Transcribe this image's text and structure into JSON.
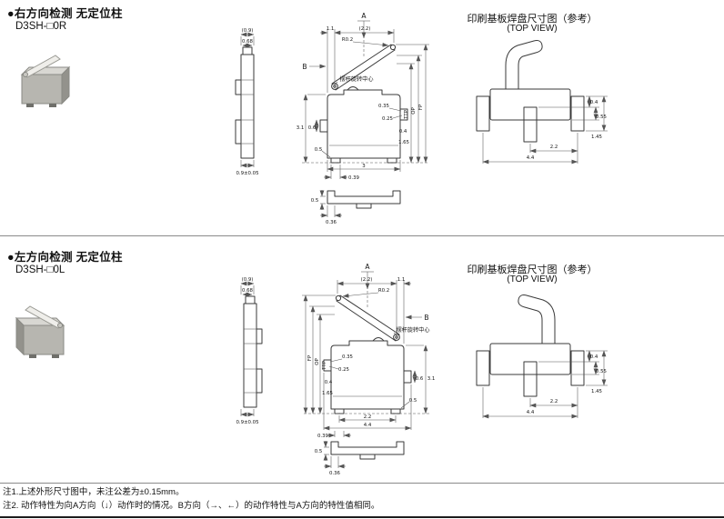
{
  "sections": [
    {
      "title": "●右方向检测  无定位柱",
      "model": "D3SH-□0R",
      "side_view": {
        "dims": {
          "width": "(0.9)",
          "upper_width": "0.68",
          "base_width": "0.9±0.05"
        }
      },
      "front_view": {
        "direction_a": "A",
        "direction_b": "B",
        "pivot_label": "摆杆旋转中心",
        "dims": {
          "pivot_offset": "1.1",
          "lever_length": "(2.2)",
          "tip_radius": "R0.2",
          "fp": "FP",
          "op": "OP",
          "ttp": "TTP",
          "terminal_upper": "0.35",
          "terminal_lower": "0.25",
          "height": "3.1",
          "terminal_width": "0.6",
          "foot_offset": "0.5",
          "tab_offset": "0.4",
          "tab_height": "1.65",
          "body_width": "3",
          "foot_width": "0.39"
        }
      },
      "bottom_view": {
        "dims": {
          "thickness": "0.5",
          "hook_width": "0.36"
        }
      },
      "pad_view": {
        "title": "印刷基板焊盘尺寸图（参考）",
        "subtitle": "(TOP VIEW)",
        "dims": {
          "pad_offset": "0.4",
          "pad_step": "0.55",
          "pad_height": "1.45",
          "pitch": "2.2",
          "span": "4.4"
        }
      }
    },
    {
      "title": "●左方向检测  无定位柱",
      "model": "D3SH-□0L",
      "side_view": {
        "dims": {
          "width": "(0.9)",
          "upper_width": "0.68",
          "base_width": "0.9±0.05"
        }
      },
      "front_view": {
        "direction_a": "A",
        "direction_b": "B",
        "pivot_label": "摆杆旋转中心",
        "dims": {
          "pivot_offset": "1.1",
          "lever_length": "(2.2)",
          "tip_radius": "R0.2",
          "fp": "FP",
          "op": "OP",
          "ttp": "TTP",
          "terminal_upper": "0.35",
          "terminal_lower": "0.25",
          "height": "3.1",
          "terminal_width": "0.6",
          "foot_offset": "0.5",
          "tab_offset": "0.4",
          "tab_height": "1.65",
          "pitch": "2.2",
          "span": "4.4",
          "foot_width": "0.39"
        }
      },
      "bottom_view": {
        "dims": {
          "thickness": "0.5",
          "hook_width": "0.36"
        }
      },
      "pad_view": {
        "title": "印刷基板焊盘尺寸图（参考）",
        "subtitle": "(TOP VIEW)",
        "dims": {
          "pad_offset": "0.4",
          "pad_step": "0.55",
          "pad_height": "1.45",
          "pitch": "2.2",
          "span": "4.4"
        }
      }
    }
  ],
  "notes": [
    "注1.上述外形尺寸图中，未注公差为±0.15mm。",
    "注2. 动作特性为向A方向（↓）动作时的情况。B方向（→、←）的动作特性与A方向的特性值相同。"
  ]
}
